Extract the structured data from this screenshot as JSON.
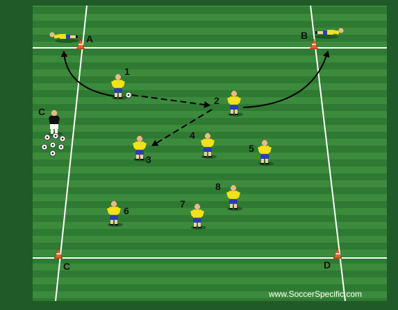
{
  "colors": {
    "background": "#1f5a28",
    "stripe_light": "#3c8a3c",
    "stripe_dark": "#2f7a32",
    "line": "#ffffff",
    "cone": "#e8622a",
    "shirt": "#f2e21a",
    "shorts": "#2740b0",
    "keeper_shirt": "#111111"
  },
  "cones": [
    {
      "label": "A"
    },
    {
      "label": "B"
    },
    {
      "label": "C"
    },
    {
      "label": "D"
    }
  ],
  "players": [
    {
      "label": "1"
    },
    {
      "label": "2"
    },
    {
      "label": "3"
    },
    {
      "label": "4"
    },
    {
      "label": "5"
    },
    {
      "label": "6"
    },
    {
      "label": "7"
    },
    {
      "label": "8"
    }
  ],
  "coach": {
    "label": "C"
  },
  "ball_pile_count": 7,
  "credit": "www.SoccerSpecific.com"
}
